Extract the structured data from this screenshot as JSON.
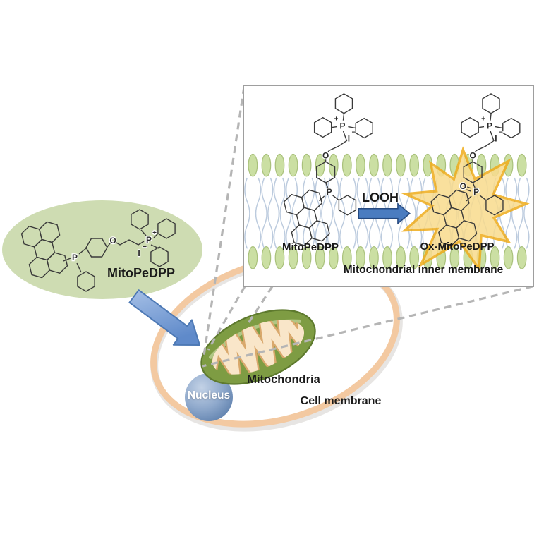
{
  "probe": {
    "label": "MitoPeDPP"
  },
  "inset": {
    "reduced_label": "MitoPeDPP",
    "oxidized_label": "Ox-MitoPeDPP",
    "reaction_trigger": "LOOH",
    "caption": "Mitochondrial inner membrane"
  },
  "cell": {
    "mitochondria_label": "Mitochondria",
    "nucleus_label": "Nucleus",
    "membrane_label": "Cell membrane"
  },
  "atoms": {
    "phosphorus": "P",
    "oxygen": "O",
    "iodide": "I",
    "plus": "+",
    "minus": "−"
  },
  "colors": {
    "lipid_head": "#cbdfa3",
    "lipid_head_stroke": "#a9c17b",
    "lipid_tail": "#b9c9dd",
    "probe_ellipse": "#cedcb2",
    "starburst_fill": "#f8db8d",
    "starburst_stroke": "#efac1b",
    "arrow_blue": "#4a7cc0",
    "cell_membrane": "#f3c9a1",
    "mitochondria_green": "#7e9c43",
    "mitochondria_matrix": "#f9e6c9",
    "nucleus_blue": "#7795c1",
    "callout_gray": "#b5b5b5"
  }
}
